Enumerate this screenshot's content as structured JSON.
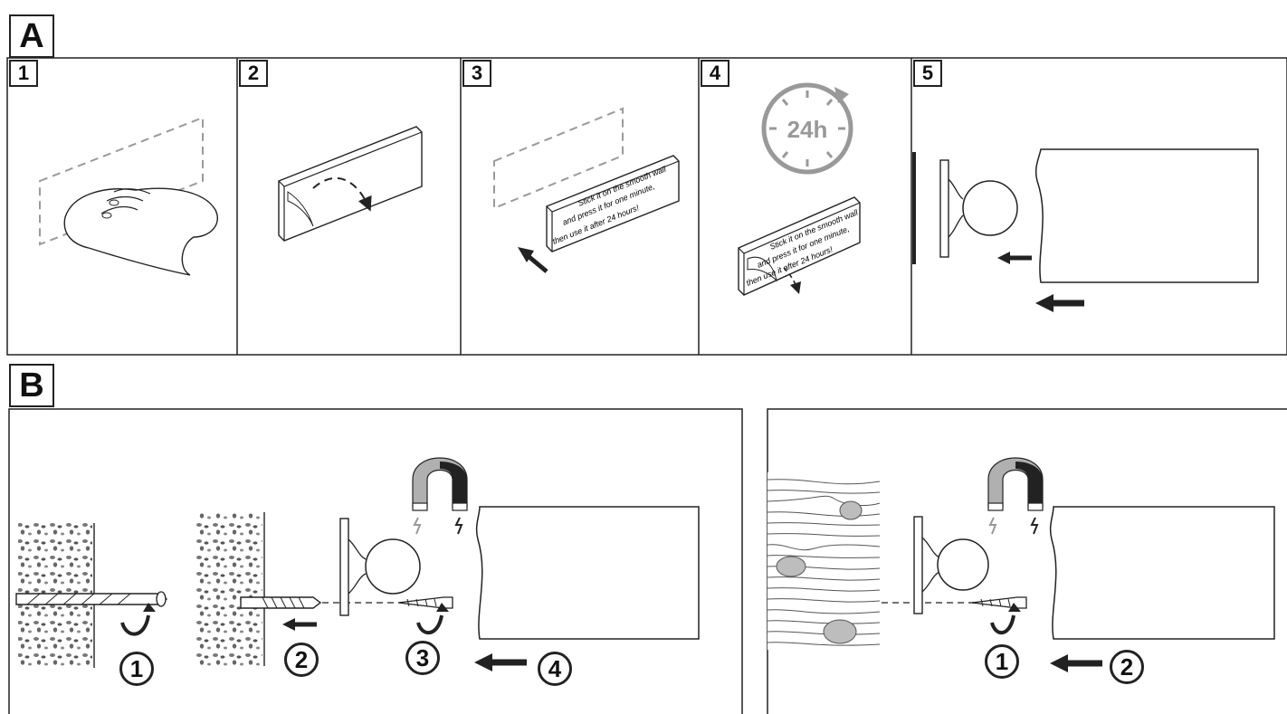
{
  "section_a": {
    "label": "A",
    "steps": [
      "1",
      "2",
      "3",
      "4",
      "5"
    ],
    "timer_label": "24h",
    "sticker_text": [
      "Stick it on the smooth wall",
      "and press it for one minute,",
      "then use it after 24 hours!"
    ]
  },
  "section_b": {
    "label": "B",
    "left_steps": [
      "1",
      "2",
      "3",
      "4"
    ],
    "right_steps": [
      "1",
      "2"
    ]
  },
  "colors": {
    "line": "#222222",
    "dashed": "#9a9a9a",
    "gray_fill": "#bdbdbd",
    "magnet_dark": "#222222",
    "magnet_light": "#b0b0b0"
  }
}
